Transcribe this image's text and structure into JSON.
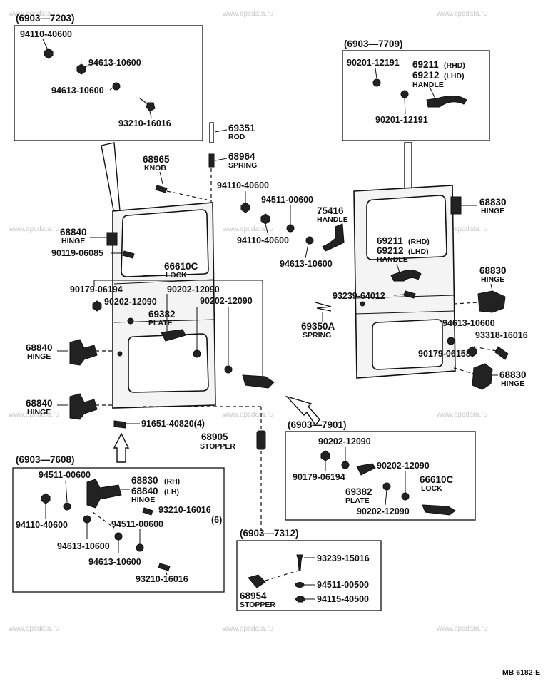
{
  "watermark": "www.epcdata.ru",
  "footer_code": "MB 6182-E",
  "boxes": {
    "b7203": {
      "title": "(6903—7203)",
      "p1": "94110-40600",
      "p2": "94613-10600",
      "p3": "94613-10600",
      "p4": "93210-16016"
    },
    "b7709": {
      "title": "(6903—7709)",
      "p1": "90201-12191",
      "p2_num1": "69211",
      "p2_note1": "(RHD)",
      "p2_num2": "69212",
      "p2_note2": "(LHD)",
      "p2_name": "HANDLE",
      "p3": "90201-12191"
    },
    "b7608": {
      "title": "(6903—7608)",
      "p1": "94511-00600",
      "p2_num1": "68830",
      "p2_note1": "(RH)",
      "p2_num2": "68840",
      "p2_note2": "(LH)",
      "p2_name": "HINGE",
      "p3": "93210-16016",
      "p3_qty": "(6)",
      "p4": "94110-40600",
      "p5": "94511-00600",
      "p6": "94613-10600",
      "p7": "94613-10600",
      "p8": "93210-16016"
    },
    "b7901": {
      "title": "(6903—7901)",
      "p1": "90202-12090",
      "p2": "90202-12090",
      "p3": "90179-06194",
      "p4_num": "66610C",
      "p4_name": "LOCK",
      "p5_num": "69382",
      "p5_name": "PLATE",
      "p6": "90202-12090"
    },
    "b7312": {
      "title": "(6903—7312)",
      "p1": "93239-15016",
      "p2": "94511-00500",
      "p3": "94115-40500",
      "p4_num": "68954",
      "p4_name": "STOPPER"
    }
  },
  "main": {
    "rod_num": "69351",
    "rod_name": "ROD",
    "spring_num": "68964",
    "spring_name": "SPRING",
    "knob_num": "68965",
    "knob_name": "KNOB",
    "p94110": "94110-40600",
    "p94511": "94511-00600",
    "p94110b": "94110-40600",
    "handle_num": "75416",
    "handle_name": "HANDLE",
    "p94613": "94613-10600",
    "hingeL1_num": "68840",
    "hingeL1_name": "HINGE",
    "p90119": "90119-06085",
    "lock_num": "66610C",
    "lock_name": "LOCK",
    "p90179": "90179-06194",
    "p90202a": "90202-12090",
    "p90202b": "90202-12090",
    "p90202c": "90202-12090",
    "plate_num": "69382",
    "plate_name": "PLATE",
    "hingeL2_num": "68840",
    "hingeL2_name": "HINGE",
    "hingeL3_num": "68840",
    "hingeL3_name": "HINGE",
    "p91651": "91651-40820(4)",
    "stopper_num": "68905",
    "stopper_name": "STOPPER",
    "spring2_num": "69350A",
    "spring2_name": "SPRING",
    "hingeR1_num": "68830",
    "hingeR1_name": "HINGE",
    "rh_handle_num1": "69211",
    "rh_handle_note1": "(RHD)",
    "rh_handle_num2": "69212",
    "rh_handle_note2": "(LHD)",
    "rh_handle_name": "HANDLE",
    "hingeR2_num": "68830",
    "hingeR2_name": "HINGE",
    "p93239": "93239-64012",
    "p94613b": "94613-10600",
    "p93318": "93318-16016",
    "p90179b": "90179-06158",
    "hingeR3_num": "68830",
    "hingeR3_name": "HINGE"
  }
}
